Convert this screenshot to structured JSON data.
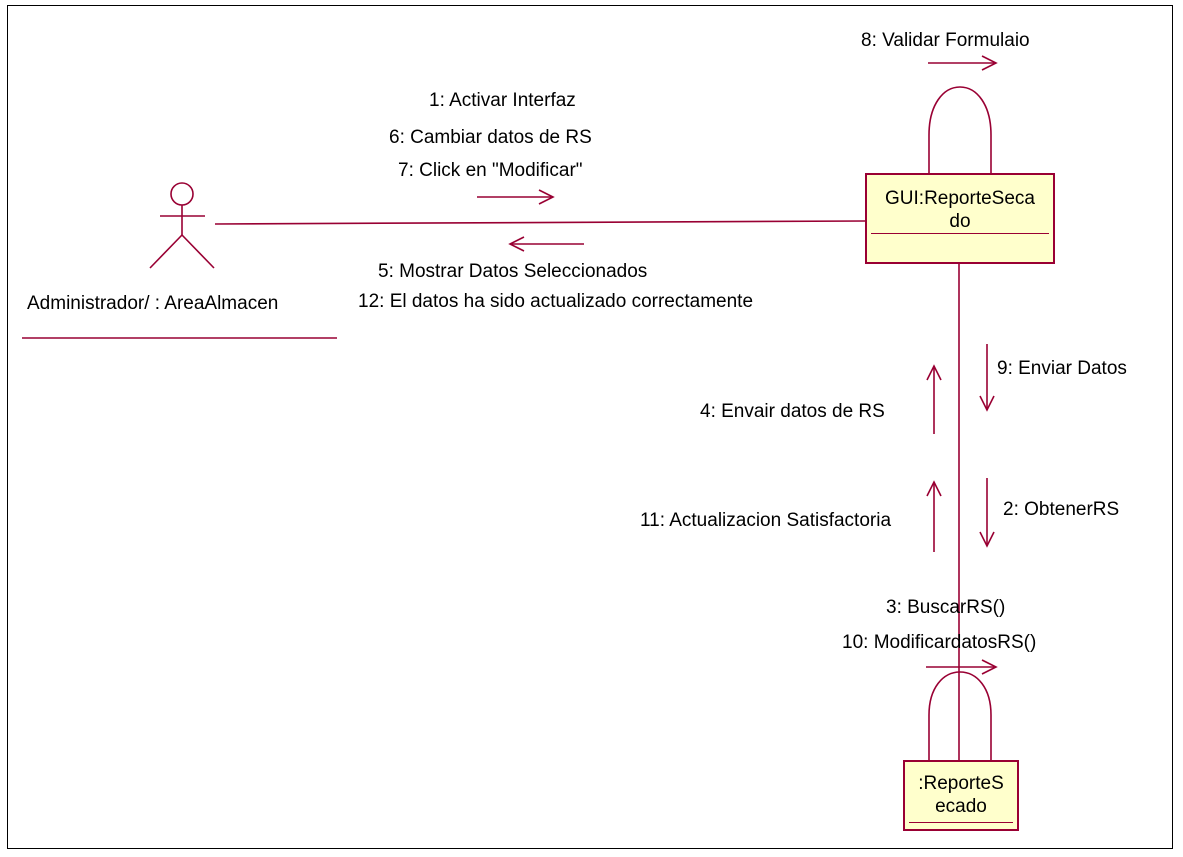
{
  "actor": {
    "name": "Administrador/ : AreaAlmacen"
  },
  "objects": {
    "gui": {
      "name_line1": "GUI:ReporteSeca",
      "name_line2": "do"
    },
    "entity": {
      "name_line1": ":ReporteS",
      "name_line2": "ecado"
    }
  },
  "messages": {
    "m1": "1: Activar Interfaz",
    "m6": "6: Cambiar datos de RS",
    "m7": "7: Click en \"Modificar\"",
    "m5": "5: Mostrar Datos Seleccionados",
    "m12": "12: El datos ha sido actualizado correctamente",
    "m8": "8: Validar Formulaio",
    "m9": "9: Enviar Datos",
    "m4": "4: Envair datos de RS",
    "m11": "11: Actualizacion Satisfactoria",
    "m2": "2: ObtenerRS",
    "m3": "3: BuscarRS()",
    "m10": "10: ModificardatosRS()"
  },
  "colors": {
    "line": "#990033",
    "object_fill": "#ffffcc"
  }
}
